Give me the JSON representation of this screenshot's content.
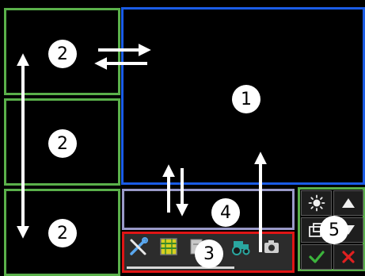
{
  "regions": {
    "main_view": {
      "number": "1"
    },
    "side_view_top": {
      "number": "2"
    },
    "side_view_mid": {
      "number": "2"
    },
    "side_view_bot": {
      "number": "2"
    },
    "toolbar": {
      "number": "3"
    },
    "info_bar": {
      "number": "4"
    },
    "side_controls": {
      "number": "5"
    }
  },
  "icons": {
    "toolbar": [
      "wrench-screwdriver-icon",
      "field-map-icon",
      "page-icon",
      "tractor-icon",
      "camera-icon"
    ],
    "side_controls": [
      "brightness-icon",
      "arrow-up-icon",
      "window-swap-icon",
      "arrow-down-icon",
      "confirm-check-icon",
      "cancel-x-icon"
    ]
  },
  "colors": {
    "background": "#000000",
    "side_view_border": "#5ab04a",
    "main_view_border": "#1a5ce6",
    "info_bar_border": "#9a9ac8",
    "toolbar_border": "#e01515",
    "confirm": "#3cb43c",
    "cancel": "#e02020",
    "tractor": "#2aa7a0"
  }
}
